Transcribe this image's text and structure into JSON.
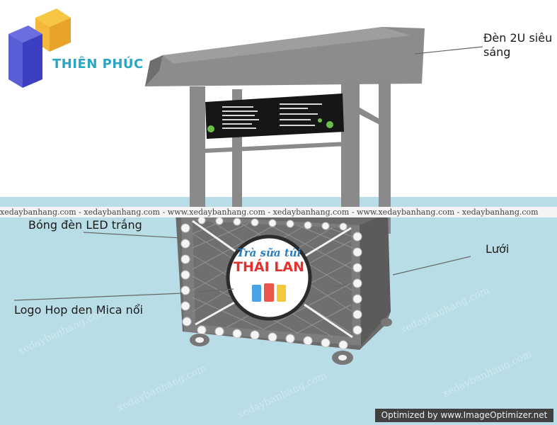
{
  "brand": {
    "name": "THIÊN PHÚC"
  },
  "labels": {
    "light": "Đèn 2U siêu sáng",
    "led": "Bóng đèn LED trắng",
    "net": "Lưới",
    "logo_box": "Logo Hop den Mica nổi"
  },
  "sign": {
    "line1": "Trà sữa túi",
    "line2": "THÁI LAN"
  },
  "watermark": {
    "strip": "xedaybanhang.com - xedaybanhang.com - www.xedaybanhang.com - xedaybanhang.com - www.xedaybanhang.com -  xedaybanhang.com",
    "diagonal": "xedaybanhang.com"
  },
  "optimizer": "Optimized by www.ImageOptimizer.net",
  "colors": {
    "background_lower": "#b9dde6",
    "cart_gray": "#7a7a7a",
    "brand_blue": "#2aa6c4",
    "sign_red": "#e0322e"
  }
}
